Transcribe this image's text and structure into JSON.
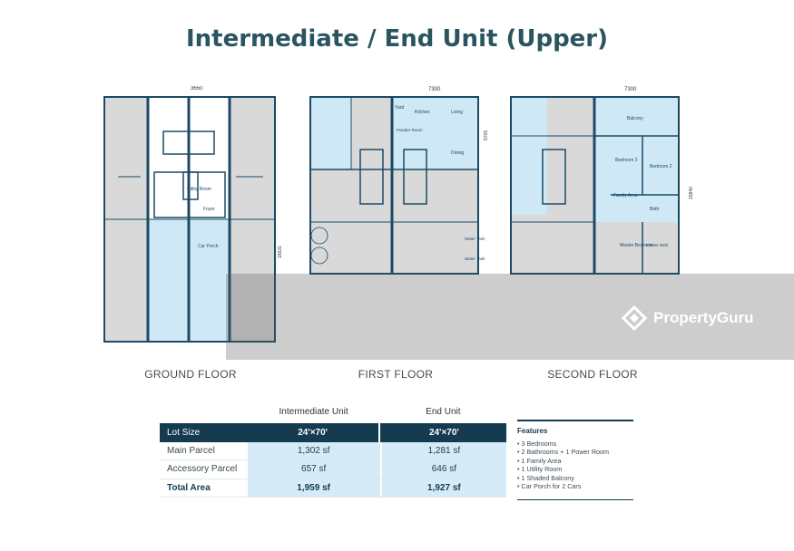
{
  "title": "Intermediate / End Unit (Upper)",
  "floors": {
    "ground": {
      "label": "GROUND FLOOR",
      "dim_top": "3650",
      "dim_side": "15021",
      "rooms": {
        "utility": "Utility Room",
        "foyer": "Foyer",
        "car_porch": "Car Porch"
      }
    },
    "first": {
      "label": "FIRST FLOOR",
      "dim_top": "7300",
      "dim_side": "5705",
      "rooms": {
        "yard": "Yard",
        "kitchen": "Kitchen",
        "living": "Living",
        "powder": "Powder Room",
        "dining": "Dining",
        "water_tank_1": "Water Tank",
        "water_tank_2": "Water Tank"
      }
    },
    "second": {
      "label": "SECOND FLOOR",
      "dim_top": "7300",
      "dim_side": "15840",
      "rooms": {
        "balcony": "Balcony",
        "bedroom3": "Bedroom 3",
        "bedroom2": "Bedroom 2",
        "family": "Family Area",
        "bath": "Bath",
        "master_bedroom": "Master Bedroom",
        "master_bath": "Master Bath"
      }
    }
  },
  "watermark": "PropertyGuru",
  "table": {
    "col_heads": [
      "Intermediate Unit",
      "End Unit"
    ],
    "rows": [
      {
        "label": "Lot Size",
        "intermediate": "24'×70'",
        "end": "24'×70'"
      },
      {
        "label": "Main Parcel",
        "intermediate": "1,302 sf",
        "end": "1,281 sf"
      },
      {
        "label": "Accessory Parcel",
        "intermediate": "657 sf",
        "end": "646 sf"
      },
      {
        "label": "Total Area",
        "intermediate": "1,959 sf",
        "end": "1,927 sf"
      }
    ]
  },
  "features": {
    "title": "Features",
    "items": [
      "3 Bedrooms",
      "2 Bathrooms + 1 Power Room",
      "1 Family Area",
      "1 Utility Room",
      "1 Shaded Balcony",
      "Car Porch for 2 Cars"
    ]
  },
  "colors": {
    "wall": "#1c4a66",
    "highlight": "#cfe8f6",
    "grey_fill": "#cfcfcf",
    "title": "#2a5560",
    "table_head": "#153b50"
  }
}
